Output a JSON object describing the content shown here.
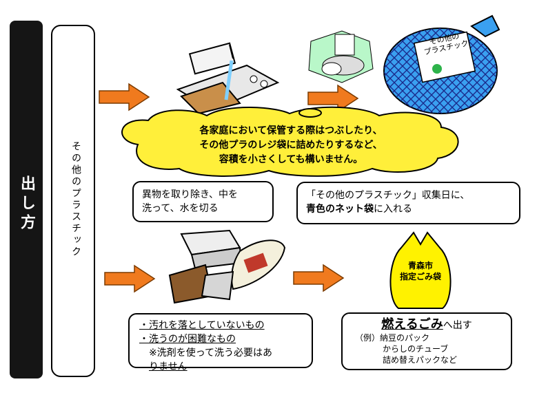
{
  "sidebar": {
    "title": "出し方"
  },
  "category": {
    "label": "その他のプラスチック"
  },
  "cloud": {
    "lines": [
      "各家庭において保管する際はつぶしたり、",
      "その他プラのレジ袋に詰めたりするなど、",
      "容積を小さくしても構いません。"
    ]
  },
  "net_bag": {
    "lines": [
      "その他の",
      "プラスチック"
    ]
  },
  "step1": {
    "lines": [
      "異物を取り除き、中を",
      "洗って、水を切る"
    ]
  },
  "step2": {
    "line1": "「その他のプラスチック」収集日に、",
    "line2_bold": "青色のネット袋",
    "line2_rest": "に入れる"
  },
  "yellow_bag": {
    "lines": [
      "青森市",
      "指定ごみ袋"
    ]
  },
  "dirty": {
    "items": [
      "・汚れを落としていないもの",
      "・洗うのが困難なもの"
    ],
    "note_lines": [
      "※洗剤を使って洗う必要はあ",
      "りません"
    ]
  },
  "burnable": {
    "title": "燃えるごみ",
    "title_suffix": "へ出す",
    "lines": [
      "（例）納豆のパック",
      "からしのチューブ",
      "詰め替えパックなど"
    ]
  },
  "colors": {
    "arrow": "#f07a1e",
    "cloud": "#ffef3a",
    "net": "#3aa0f0",
    "bag": "#fff200"
  }
}
